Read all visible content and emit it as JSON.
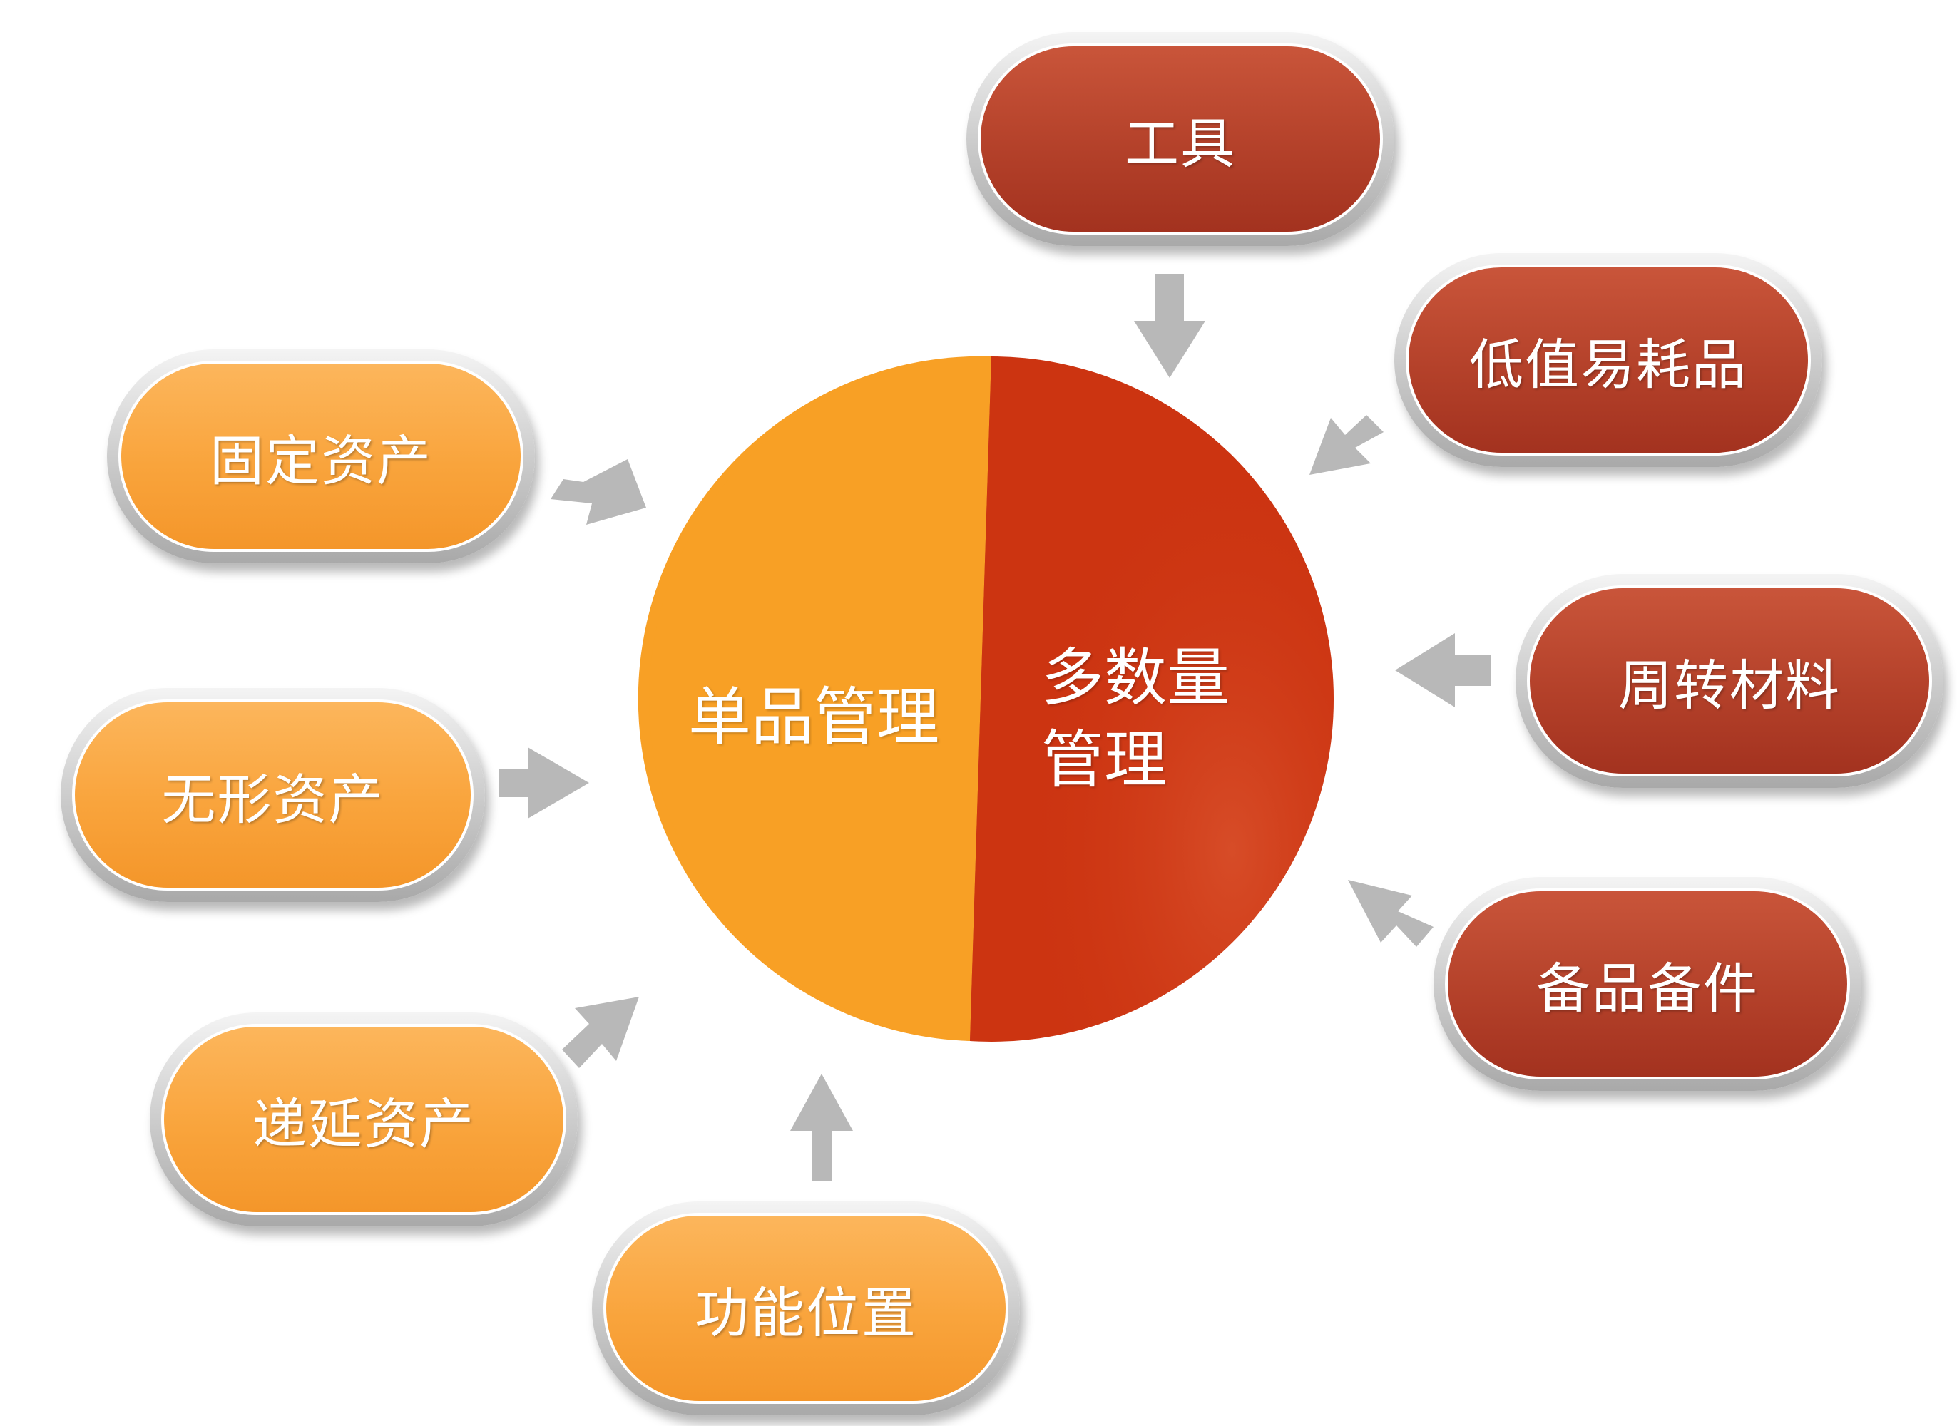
{
  "center": {
    "left_label": "单品管理",
    "right_label_line1": "多数量",
    "right_label_line2": "管理",
    "colors": {
      "left": "#f8a025",
      "right": "#cc3411"
    }
  },
  "left_items": [
    {
      "label": "固定资产"
    },
    {
      "label": "无形资产"
    },
    {
      "label": "递延资产"
    },
    {
      "label": "功能位置"
    }
  ],
  "right_items": [
    {
      "label": "工具"
    },
    {
      "label": "低值易耗品"
    },
    {
      "label": "周转材料"
    },
    {
      "label": "备品备件"
    }
  ],
  "arrow_color": "#b8b8b8"
}
